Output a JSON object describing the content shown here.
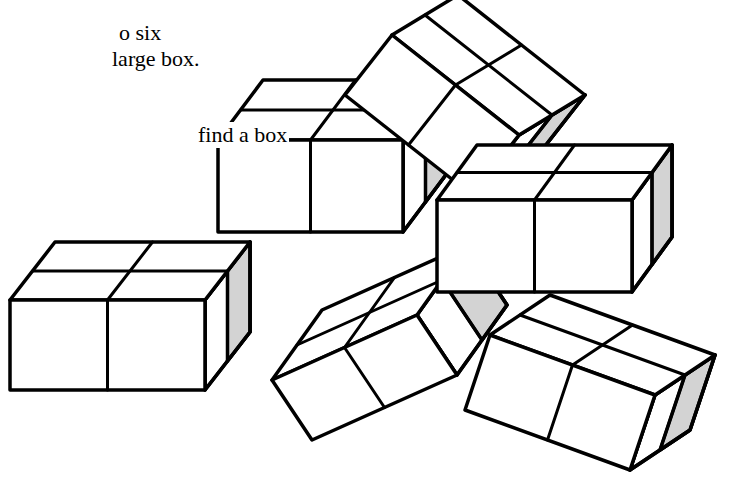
{
  "diagram": {
    "labels": [
      "o six",
      "large box.",
      "find a box"
    ]
  }
}
